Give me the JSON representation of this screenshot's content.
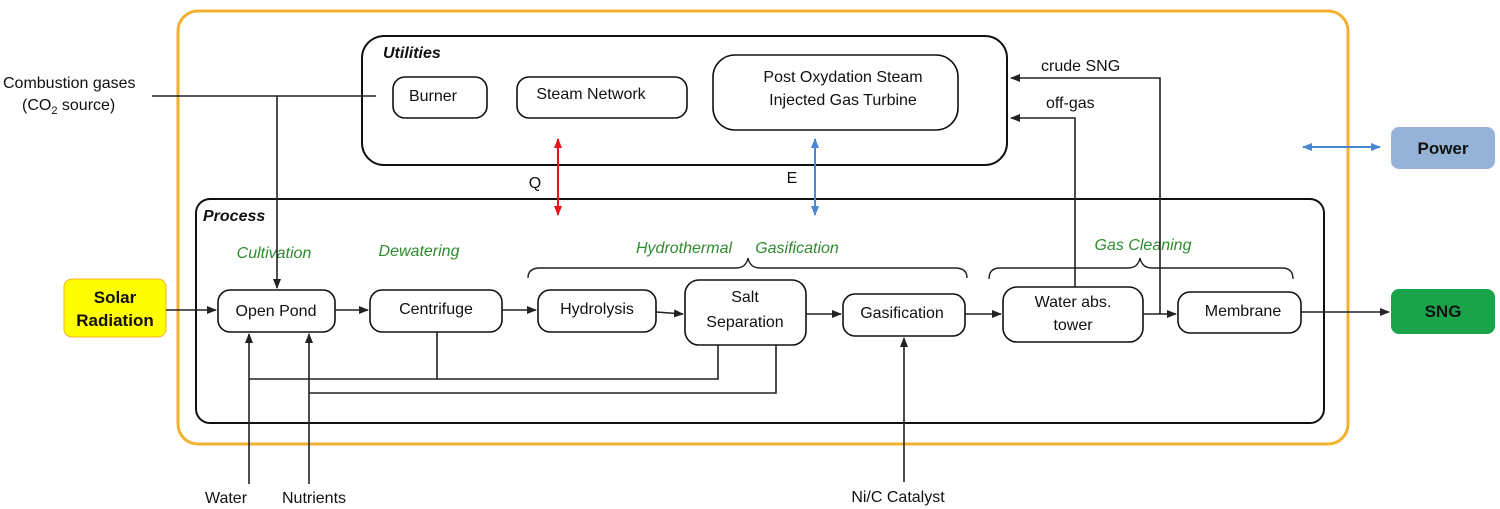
{
  "sections": {
    "utilities": "Utilities",
    "process": "Process"
  },
  "stages": {
    "cultivation": "Cultivation",
    "dewatering": "Dewatering",
    "hydrothermal": "Hydrothermal",
    "gasification": "Gasification",
    "gas_cleaning": "Gas Cleaning"
  },
  "utilities": {
    "burner": "Burner",
    "steam_network": "Steam Network",
    "turbine_line1": "Post Oxydation Steam",
    "turbine_line2": "Injected Gas Turbine"
  },
  "process": {
    "open_pond": "Open Pond",
    "centrifuge": "Centrifuge",
    "hydrolysis": "Hydrolysis",
    "salt_line1": "Salt",
    "salt_line2": "Separation",
    "gasification": "Gasification",
    "water_line1": "Water abs.",
    "water_line2": "tower",
    "membrane": "Membrane"
  },
  "external": {
    "solar_line1": "Solar",
    "solar_line2": "Radiation",
    "sng": "SNG",
    "power": "Power"
  },
  "labels": {
    "combustion_line1": "Combustion gases",
    "combustion_line2_pre": "(CO",
    "combustion_line2_sub": "2",
    "combustion_line2_post": " source)",
    "q": "Q",
    "e": "E",
    "crude_sng": "crude SNG",
    "off_gas": "off-gas",
    "water": "Water",
    "nutrients": "Nutrients",
    "catalyst": "Ni/C Catalyst"
  },
  "colors": {
    "system_border": "#f2b230",
    "solar": "#ffff00",
    "sng": "#1aa34a",
    "power": "#95b3d7",
    "heat_arrow": "#e8141b",
    "power_arrow": "#4a86d4",
    "stage_text": "#2e8b2e"
  }
}
